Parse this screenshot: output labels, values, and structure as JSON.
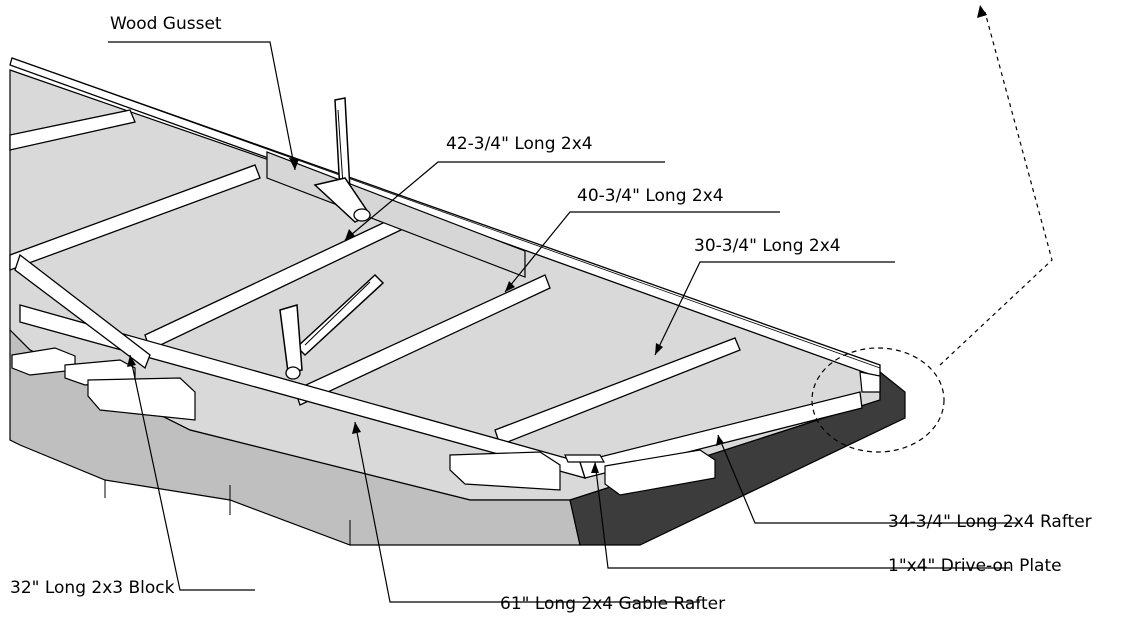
{
  "callouts": {
    "wood_gusset": "Wood Gusset",
    "long_42": "42-3/4\" Long 2x4",
    "long_40": "40-3/4\" Long 2x4",
    "long_30": "30-3/4\" Long 2x4",
    "rafter_34": "34-3/4\" Long 2x4 Rafter",
    "drive_on_plate": "1\"x4\" Drive-on Plate",
    "block_32": "32\" Long 2x3 Block",
    "gable_rafter_61": "61\" Long 2x4 Gable Rafter"
  },
  "icons": [
    "hammer-icon",
    "hammer-icon"
  ],
  "colors": {
    "line": "#000000",
    "floor": "#d9d9d9",
    "lumber": "#ffffff",
    "shadow_side": "#3c3c3c",
    "side_face": "#bfbfbf"
  }
}
